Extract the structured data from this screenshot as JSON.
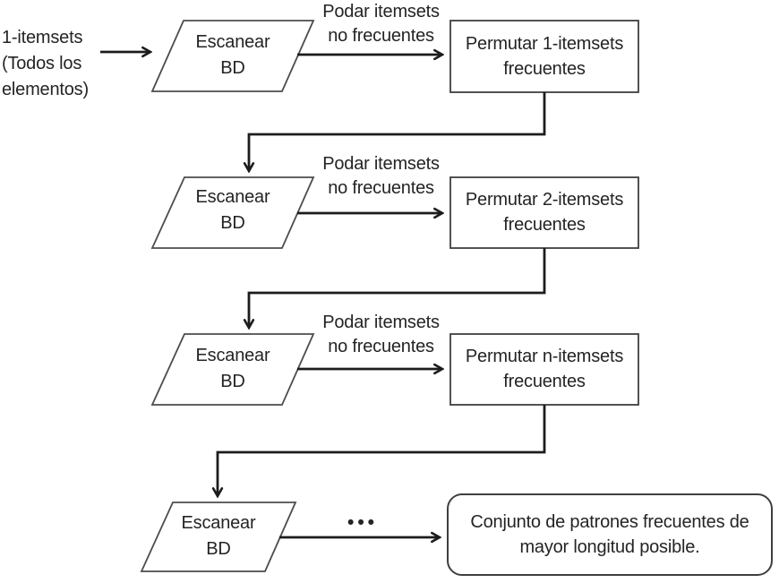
{
  "flow": {
    "colors": {
      "background": "#ffffff",
      "shape_border": "#3f3f3f",
      "parallelogram_border": "#4c4c4c",
      "arrow": "#1c1c1c",
      "text": "#242424"
    },
    "start": {
      "line1": "1-itemsets",
      "line2": "(Todos los",
      "line3": "elementos)"
    },
    "rows": [
      {
        "scan_line1": "Escanear",
        "scan_line2": "BD",
        "prune_line1": "Podar itemsets",
        "prune_line2": "no frecuentes",
        "permute_line1": "Permutar 1-itemsets",
        "permute_line2": "frecuentes"
      },
      {
        "scan_line1": "Escanear",
        "scan_line2": "BD",
        "prune_line1": "Podar itemsets",
        "prune_line2": "no frecuentes",
        "permute_line1": "Permutar 2-itemsets",
        "permute_line2": "frecuentes"
      },
      {
        "scan_line1": "Escanear",
        "scan_line2": "BD",
        "prune_line1": "Podar itemsets",
        "prune_line2": "no frecuentes",
        "permute_line1": "Permutar n-itemsets",
        "permute_line2": "frecuentes"
      }
    ],
    "final": {
      "scan_line1": "Escanear",
      "scan_line2": "BD",
      "dots": "•••",
      "result_line1": "Conjunto de patrones frecuentes de",
      "result_line2": "mayor longitud posible."
    }
  }
}
